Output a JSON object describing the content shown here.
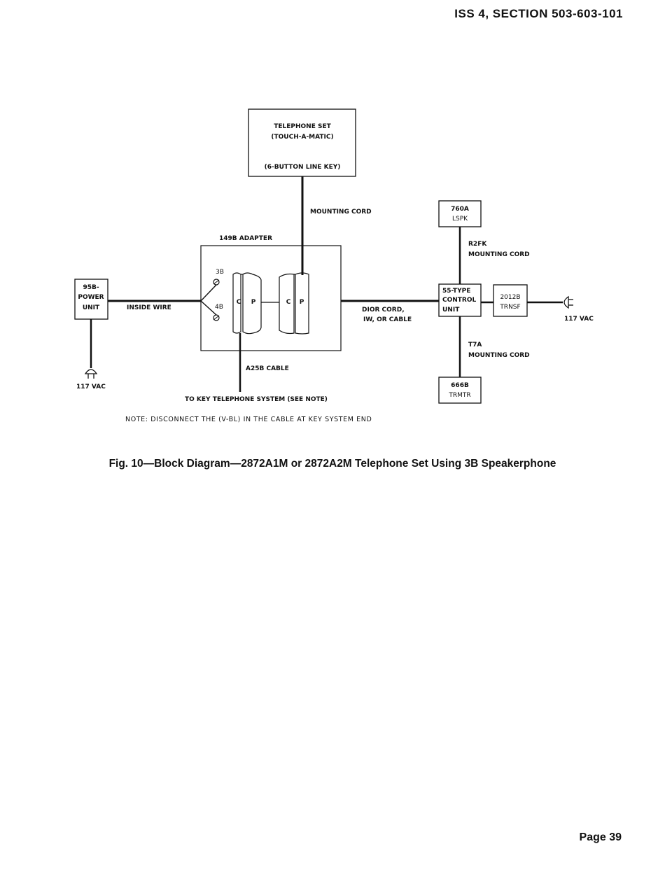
{
  "header": "ISS 4, SECTION 503-603-101",
  "footer": "Page 39",
  "caption": "Fig. 10—Block Diagram—2872A1M or 2872A2M Telephone Set Using 3B Speakerphone",
  "note": "NOTE: DISCONNECT THE (V-BL) IN THE CABLE AT KEY SYSTEM END",
  "diagram": {
    "telephone_set": {
      "line1": "TELEPHONE SET",
      "line2": "(TOUCH-A-MATIC)",
      "line3": "(6-BUTTON LINE KEY)"
    },
    "mounting_cord": "MOUNTING CORD",
    "adapter_label": "149B ADAPTER",
    "jack_3b": "3B",
    "jack_4b": "4B",
    "plug_c": "C",
    "plug_p": "P",
    "a25b_cable": "A25B CABLE",
    "to_key_system": "TO KEY TELEPHONE SYSTEM (SEE NOTE)",
    "power_unit": {
      "line1": "95B-",
      "line2": "POWER",
      "line3": "UNIT"
    },
    "inside_wire": "INSIDE WIRE",
    "vac_left": "117 VAC",
    "dior_cord": {
      "line1": "DIOR CORD,",
      "line2": "IW, OR CABLE"
    },
    "lspk": {
      "line1": "760A",
      "line2": "LSPK"
    },
    "r2fk": {
      "line1": "R2FK",
      "line2": "MOUNTING CORD"
    },
    "control_unit": {
      "line1": "55-TYPE",
      "line2": "CONTROL",
      "line3": "UNIT"
    },
    "trnsf": {
      "line1": "2012B",
      "line2": "TRNSF"
    },
    "vac_right": "117 VAC",
    "t7a": {
      "line1": "T7A",
      "line2": "MOUNTING CORD"
    },
    "trmtr": {
      "line1": "666B",
      "line2": "TRMTR"
    }
  }
}
